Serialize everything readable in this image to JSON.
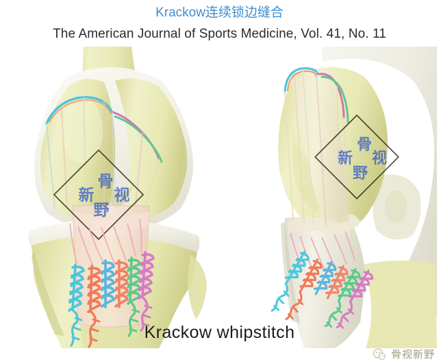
{
  "header": {
    "title_cn": "Krackow连续锁边缝合",
    "title_cn_color": "#3f8fd0",
    "journal_line": "The American Journal of Sports Medicine, Vol. 41, No. 11",
    "journal_color": "#2b2b2b"
  },
  "caption": {
    "text": "Krackow  whipstitch",
    "color": "#1d1d1d"
  },
  "brand": {
    "text": "骨视新野",
    "logo_icon": "wechat-circle-logo-icon",
    "color": "#8e8a6a"
  },
  "watermark": {
    "text": "骨视新野",
    "chars": [
      "骨",
      "视",
      "新",
      "野"
    ],
    "shape": "diamond-outline",
    "text_color": "#2f55c8",
    "border_color": "#35301f"
  },
  "figure_left": {
    "label": "anterior-view-knee-with-graft",
    "view": "anterior",
    "bone_color": "#e8e9b4",
    "cartilage_color": "#f3f2ea",
    "graft_color": "#f6ded2"
  },
  "figure_right": {
    "label": "oblique-view-knee-with-graft",
    "view": "oblique-lateral",
    "bone_color": "#e9eab6",
    "cartilage_color": "#f4f3ec",
    "graft_color": "#f6e0d4"
  },
  "sutures": {
    "count": 6,
    "stitch_type": "krackow-locking-whipstitch",
    "colors": [
      {
        "name": "cyan",
        "hex": "#4cc6dd"
      },
      {
        "name": "orange",
        "hex": "#ef7a5a"
      },
      {
        "name": "blue",
        "hex": "#5ab6e0"
      },
      {
        "name": "salmon",
        "hex": "#f0836a"
      },
      {
        "name": "green",
        "hex": "#5ec98c"
      },
      {
        "name": "magenta",
        "hex": "#d77ac6"
      }
    ],
    "limb_thread_color": "#f0a8bc",
    "loop_top_colors": [
      "#4cc6dd",
      "#ef7a5a",
      "#5ec98c",
      "#d77ac6"
    ]
  },
  "colors": {
    "background": "#ffffff",
    "accent_blue": "#3f8fd0",
    "bone": "#e8e9b4",
    "bone_shadow": "#d6d79a",
    "bone_light": "#f1f2cd",
    "cartilage": "#f3f2ea",
    "graft": "#f6ded2"
  }
}
